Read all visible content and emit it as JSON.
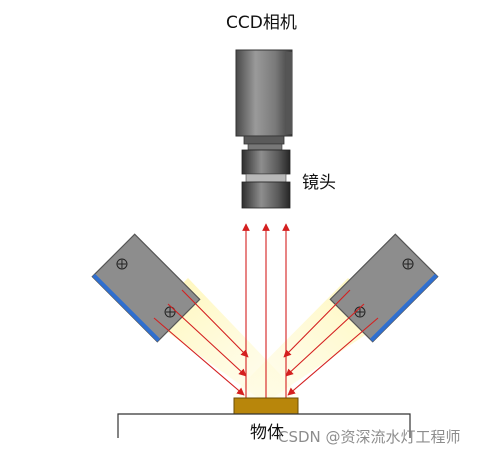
{
  "labels": {
    "camera": "CCD相机",
    "lens": "镜头",
    "object": "物体",
    "watermark": "CSDN @资深流水灯工程师"
  },
  "colors": {
    "ray": "#d42020",
    "light_glow": "#fff3a8",
    "lamp_body": "#8c8c8c",
    "camera_body": "#6f6f6f",
    "object": "#b8860b",
    "stage_line": "#333333"
  },
  "icons": {
    "lamp_screw": "circled-x-icon"
  }
}
